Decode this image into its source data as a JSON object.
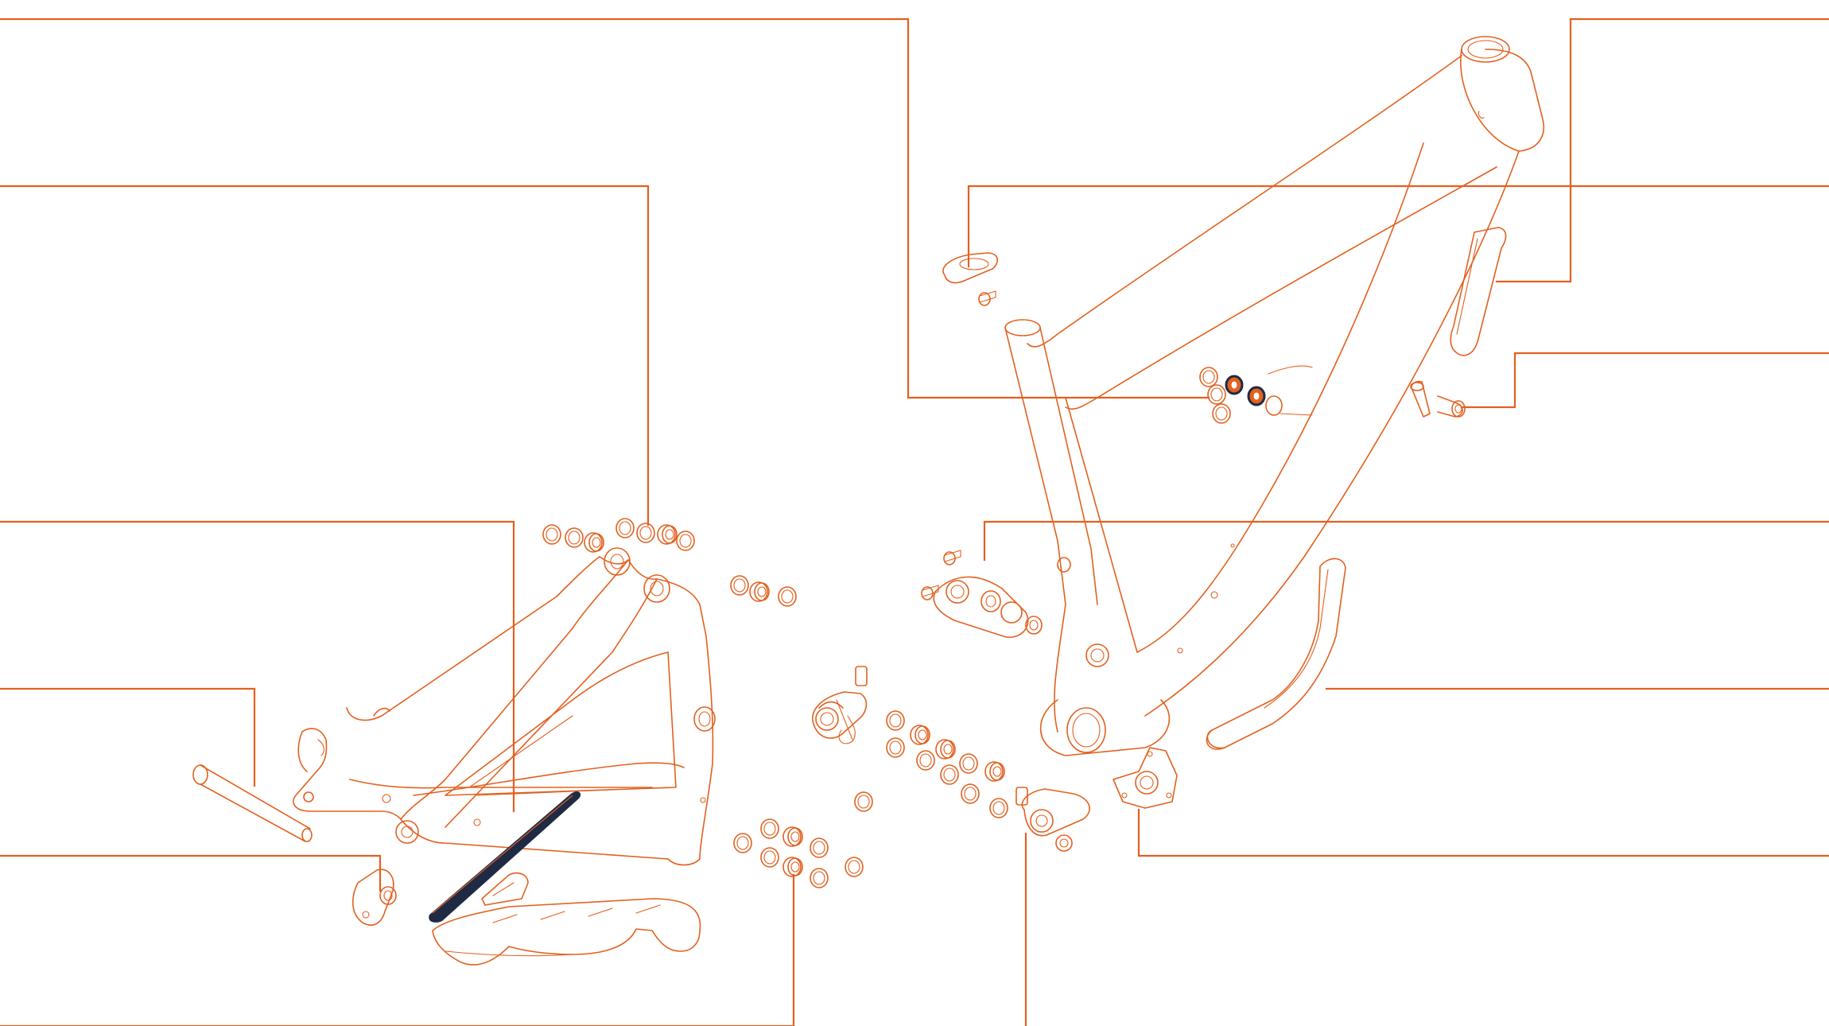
{
  "colors": {
    "background": "#ffffff",
    "line": "#e3601f",
    "dark_part": "#1f2a44",
    "fill_light": "#fbd8c3"
  },
  "parts": [
    "front-triangle",
    "rear-triangle",
    "seat-clamp",
    "seat-clamp-bolt",
    "shock-mount-bushings",
    "top-tube-guard",
    "cable-bolt",
    "downtube-guard",
    "chainstay-guard",
    "chainstay-protector-dark",
    "chainguide",
    "rear-axle",
    "derailleur-hanger",
    "upper-link",
    "lower-link",
    "pivot-bearings-left",
    "pivot-bearings-right",
    "bb-isc-mount"
  ]
}
